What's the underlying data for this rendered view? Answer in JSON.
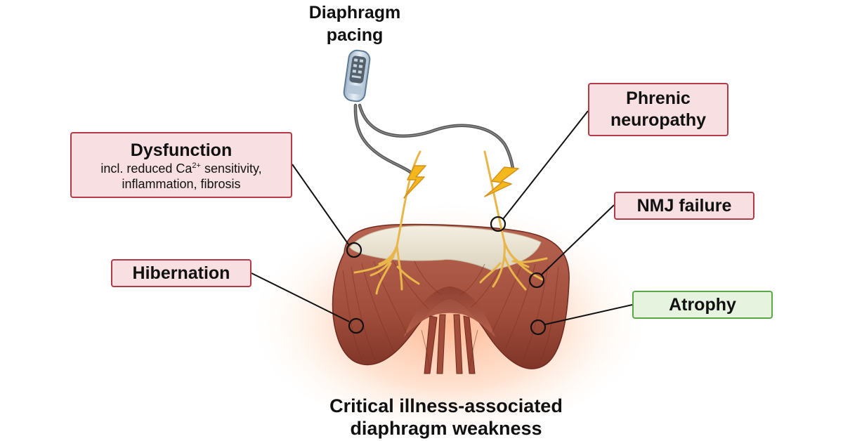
{
  "pacing": {
    "title_line1": "Diaphragm",
    "title_line2": "pacing"
  },
  "labels": {
    "dysfunction": {
      "title": "Dysfunction",
      "line1_pre": "incl. reduced Ca",
      "line1_sup": "2+",
      "line1_post": " sensitivity,",
      "line2": "inflammation, fibrosis"
    },
    "hibernation": "Hibernation",
    "phrenic": {
      "line1": "Phrenic",
      "line2": "neuropathy"
    },
    "nmj": "NMJ failure",
    "atrophy": "Atrophy"
  },
  "caption": {
    "line1": "Critical illness-associated",
    "line2": "diaphragm weakness"
  },
  "colors": {
    "label_fill_red": "#f8dfe1",
    "label_border_red": "#b23a48",
    "label_fill_green": "#e5f3df",
    "label_border_green": "#5aa845",
    "muscle": "#a4513f",
    "muscle_dark": "#7c3226",
    "tendon": "#ece6d6",
    "nerve": "#e8b64a",
    "lightning": "#f5b81c",
    "glow": "#ff7b38",
    "cable": "#6e6e6e"
  },
  "icons": [
    "pacing-device-icon",
    "lightning-bolt-icon",
    "diaphragm-muscle-icon",
    "phrenic-nerve-icon"
  ]
}
